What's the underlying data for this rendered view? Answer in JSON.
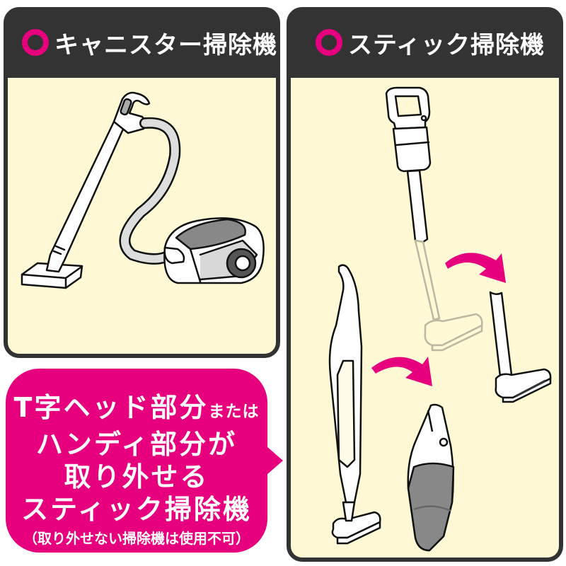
{
  "colors": {
    "accent_pink": "#e6007e",
    "header_dark": "#333333",
    "panel_cream": "#fff9d6"
  },
  "panels": [
    {
      "title": "キャニスター掃除機",
      "marker_icon": "circle-ok-icon",
      "illustration": "canister-vacuum-icon"
    },
    {
      "title": "スティック掃除機",
      "marker_icon": "circle-ok-icon",
      "illustration": "stick-vacuum-detachable-icon"
    }
  ],
  "bubble": {
    "line1_main": "T字ヘッド部分",
    "line1_small": "または",
    "line2": "ハンディ部分が",
    "line3": "取り外せる",
    "line4": "スティック掃除機",
    "note": "（取り外せない掃除機は使用不可）"
  }
}
